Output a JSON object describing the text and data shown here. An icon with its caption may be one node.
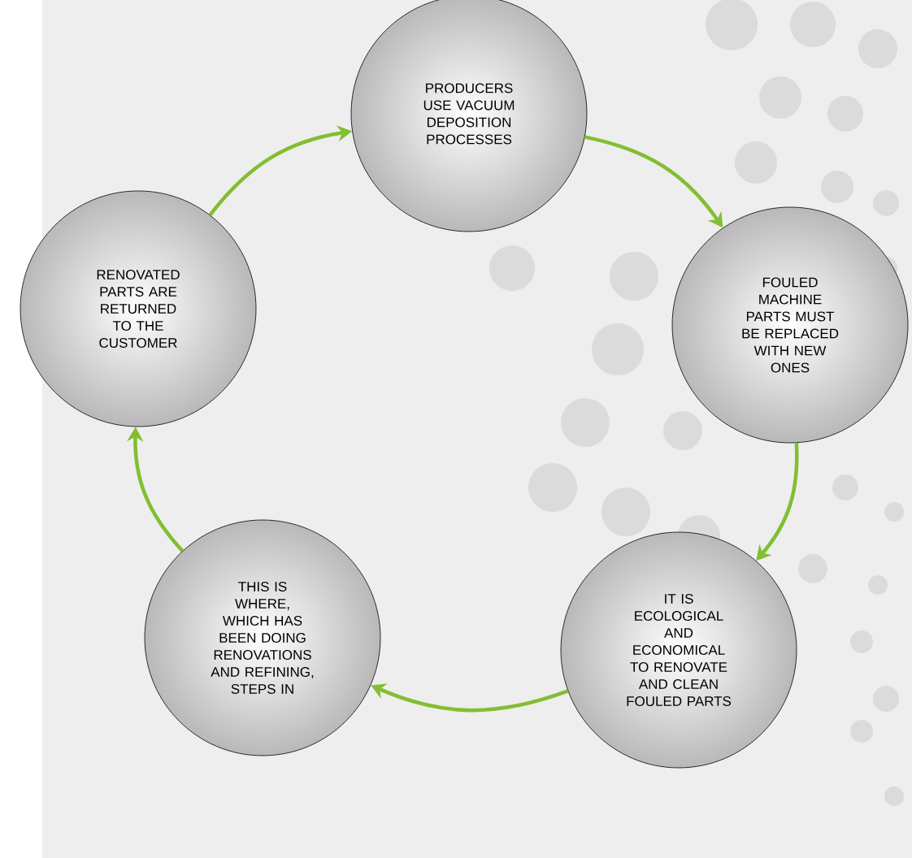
{
  "diagram": {
    "nodes": [
      {
        "text": [
          "PRODUCERS USE VACUUM DEPOSITION PROCESSES"
        ]
      },
      {
        "text": [
          "FOULED MACHINE PARTS MUST BE REPLACED WITH NEW ONES"
        ]
      },
      {
        "text": [
          "IT IS ECOLOGICAL AND ECONOMICAL TO RENOVATE AND CLEAN FOULED PARTS"
        ]
      },
      {
        "text": [
          "THIS IS WHERE, WHICH HAS BEEN DOING RENOVATIONS AND REFINING, STEPS IN"
        ]
      },
      {
        "text": [
          "RENOVATED PARTS ARE RETURNED TO THE CUSTOMER"
        ]
      }
    ],
    "edges": [
      {
        "from": 0,
        "to": 1,
        "arrow": "to"
      },
      {
        "from": 1,
        "to": 2,
        "arrow": "to"
      },
      {
        "from": 2,
        "to": 3,
        "arrow": "to"
      },
      {
        "from": 3,
        "to": 4,
        "arrow": "to"
      },
      {
        "from": 4,
        "to": 0,
        "arrow": "to"
      }
    ]
  }
}
